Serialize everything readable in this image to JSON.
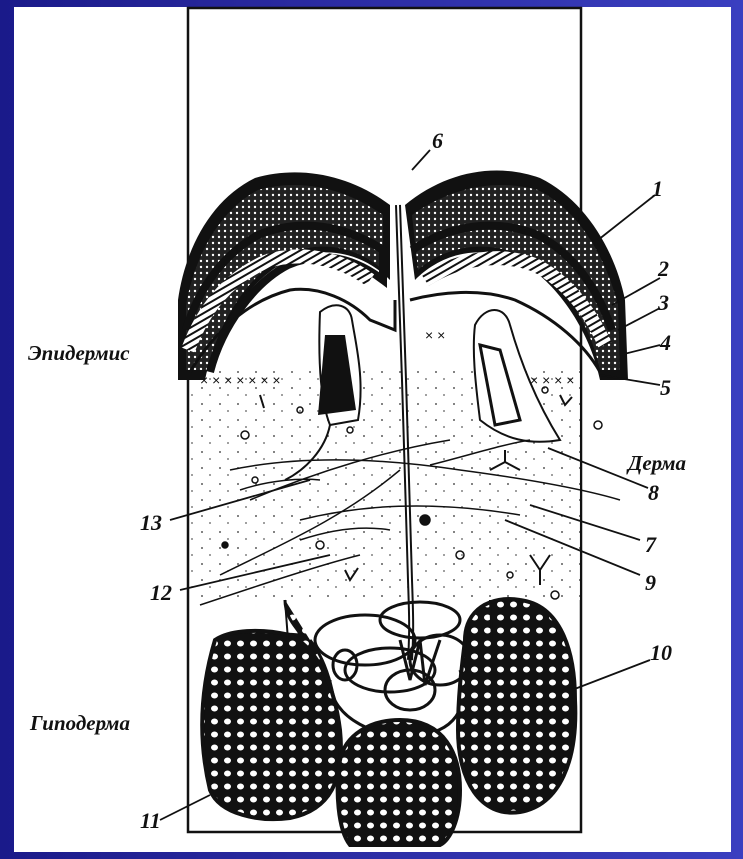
{
  "labels": {
    "epidermis": "Эпидермис",
    "derma": "Дерма",
    "hypoderma": "Гиподерма"
  },
  "numbers": [
    "1",
    "2",
    "3",
    "4",
    "5",
    "6",
    "7",
    "8",
    "9",
    "10",
    "11",
    "12",
    "13"
  ],
  "colors": {
    "background": "#2a2aa0",
    "paper": "#ffffff",
    "ink": "#111111"
  }
}
